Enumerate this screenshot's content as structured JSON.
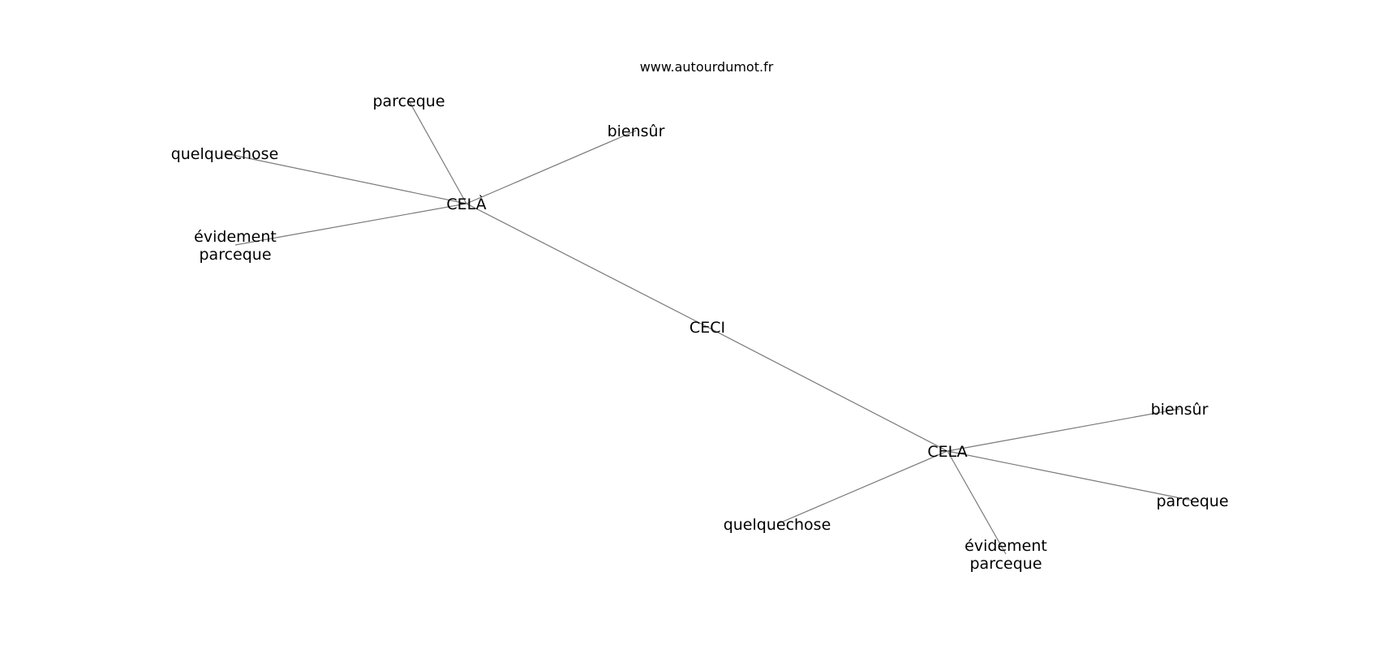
{
  "watermark": "www.autourdumot.fr",
  "colors": {
    "edge": "#7a7a7a",
    "text": "#000000",
    "background": "#ffffff"
  },
  "graph": {
    "nodes": [
      {
        "id": "ceci",
        "lines": [
          "CECI"
        ]
      },
      {
        "id": "cela-grave",
        "lines": [
          "CELÀ"
        ]
      },
      {
        "id": "cela",
        "lines": [
          "CELA"
        ]
      },
      {
        "id": "parceque-1",
        "lines": [
          "parceque"
        ]
      },
      {
        "id": "biensur-1",
        "lines": [
          "biensûr"
        ]
      },
      {
        "id": "quelquechose-1",
        "lines": [
          "quelquechose"
        ]
      },
      {
        "id": "evidement-1",
        "lines": [
          "évidement",
          "parceque"
        ]
      },
      {
        "id": "biensur-2",
        "lines": [
          "biensûr"
        ]
      },
      {
        "id": "parceque-2",
        "lines": [
          "parceque"
        ]
      },
      {
        "id": "quelquechose-2",
        "lines": [
          "quelquechose"
        ]
      },
      {
        "id": "evidement-2",
        "lines": [
          "évidement",
          "parceque"
        ]
      }
    ],
    "edges": [
      [
        "ceci",
        "cela-grave"
      ],
      [
        "ceci",
        "cela"
      ],
      [
        "cela-grave",
        "parceque-1"
      ],
      [
        "cela-grave",
        "biensur-1"
      ],
      [
        "cela-grave",
        "quelquechose-1"
      ],
      [
        "cela-grave",
        "evidement-1"
      ],
      [
        "cela",
        "biensur-2"
      ],
      [
        "cela",
        "parceque-2"
      ],
      [
        "cela",
        "quelquechose-2"
      ],
      [
        "cela",
        "evidement-2"
      ]
    ]
  }
}
